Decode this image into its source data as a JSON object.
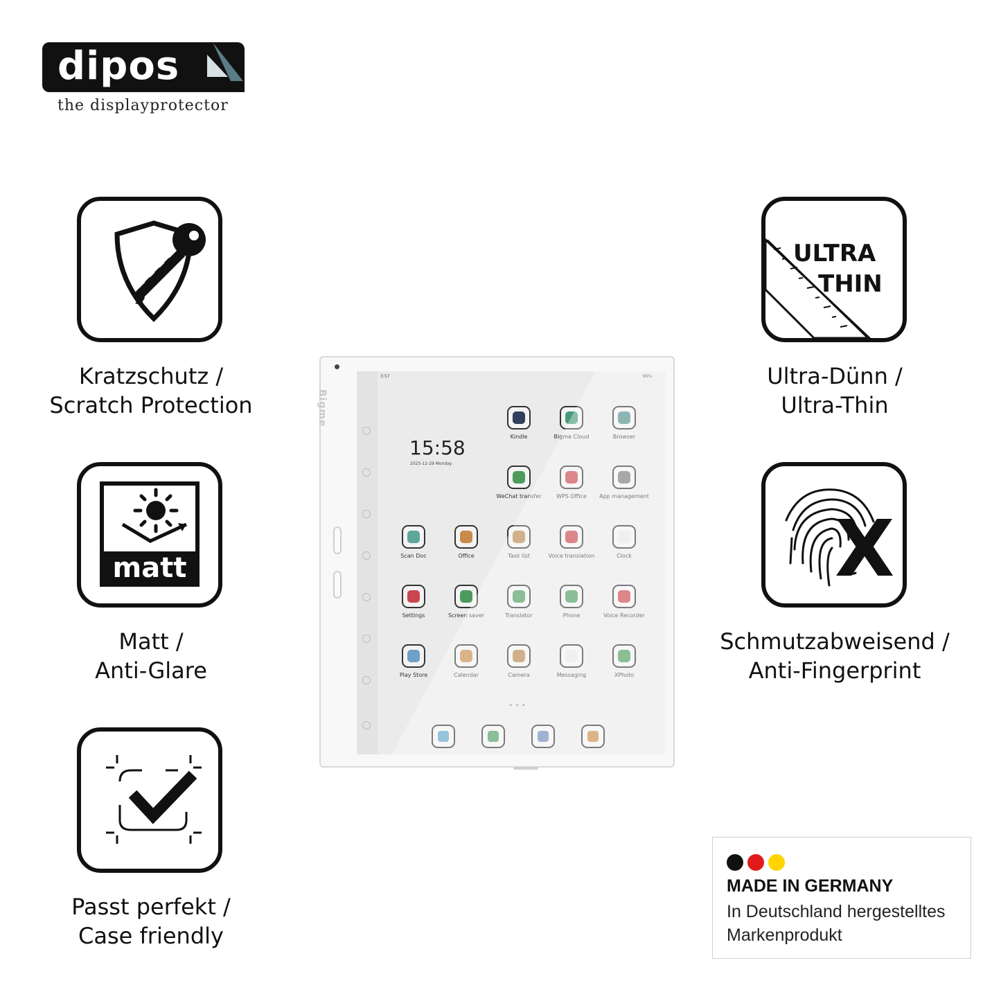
{
  "brand": {
    "logo_text": "dipos",
    "tagline": "the displayprotector"
  },
  "features": {
    "scratch": {
      "line1": "Kratzschutz /",
      "line2": "Scratch Protection",
      "icon": "shield-key-icon"
    },
    "matt": {
      "line1": "Matt /",
      "line2": "Anti-Glare",
      "icon_text": "matt",
      "icon": "sun-matt-icon"
    },
    "case": {
      "line1": "Passt perfekt /",
      "line2": "Case friendly",
      "icon": "checkmark-frame-icon"
    },
    "thin": {
      "line1": "Ultra-Dünn /",
      "line2": "Ultra-Thin",
      "icon_line1": "ULTRA",
      "icon_line2": "THIN",
      "icon": "ruler-icon"
    },
    "fingerprint": {
      "line1": "Schmutzabweisend /",
      "line2": "Anti-Fingerprint",
      "icon_mark": "X",
      "icon": "fingerprint-x-icon"
    }
  },
  "tablet": {
    "brand": "Bigme",
    "status_time": "3:57",
    "status_battery": "96%",
    "clock": "15:58",
    "date": "2025-12-29 Monday",
    "page_dots": "• • •",
    "apps": [
      {
        "label": "Kindle",
        "color": "#2f3f5c"
      },
      {
        "label": "Bigme Cloud",
        "color": "#4a9a7a"
      },
      {
        "label": "Browser",
        "color": "#4f8f8a"
      },
      {
        "label": "WeChat transfer",
        "color": "#4e9a5e"
      },
      {
        "label": "WPS Office",
        "color": "#c9464f"
      },
      {
        "label": "App management",
        "color": "#7a7a7a"
      },
      {
        "label": "Scan Doc",
        "color": "#5ea59a"
      },
      {
        "label": "Office",
        "color": "#c98a4a"
      },
      {
        "label": "Task list",
        "color": "#b8874f"
      },
      {
        "label": "Voice translation",
        "color": "#c9464f"
      },
      {
        "label": "Clock",
        "color": "#e8e8e8"
      },
      {
        "label": "Settings",
        "color": "#c9464f"
      },
      {
        "label": "Screen saver",
        "color": "#4e9a5e"
      },
      {
        "label": "Translator",
        "color": "#4e9a5e"
      },
      {
        "label": "Phone",
        "color": "#4e9a5e"
      },
      {
        "label": "Voice Recorder",
        "color": "#c9464f"
      },
      {
        "label": "Play Store",
        "color": "#6fa0c8"
      },
      {
        "label": "Calendar",
        "color": "#c98a4a"
      },
      {
        "label": "Camera",
        "color": "#b8874f"
      },
      {
        "label": "Messaging",
        "color": "#e8e8e8"
      },
      {
        "label": "XPhoto",
        "color": "#4e9a5e"
      }
    ],
    "dock_colors": [
      "#5ea5c8",
      "#4e9a5e",
      "#6f87b8",
      "#c98a4a"
    ]
  },
  "germany": {
    "title": "MADE IN GERMANY",
    "sub": "In Deutschland hergestelltes Markenprodukt",
    "flag_colors": [
      "#111111",
      "#e11b1b",
      "#ffd400"
    ]
  }
}
